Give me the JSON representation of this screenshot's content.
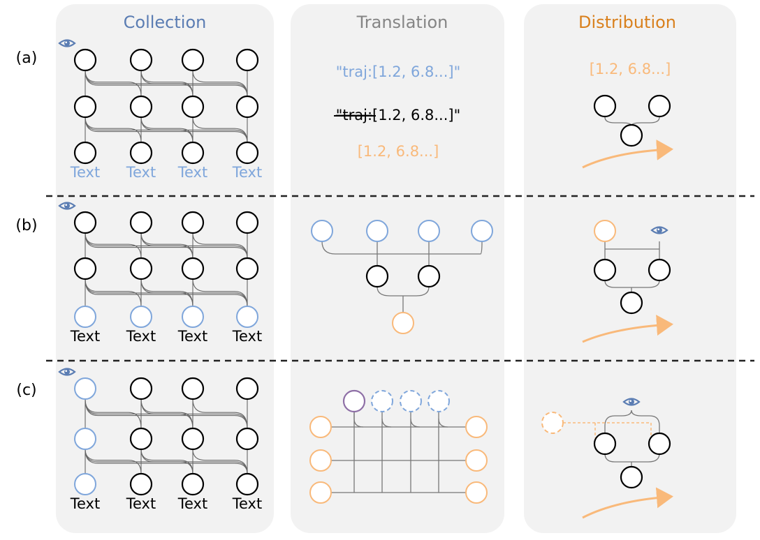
{
  "panels": {
    "collection": "Collection",
    "translation": "Translation",
    "distribution": "Distribution"
  },
  "rows": {
    "a": "(a)",
    "b": "(b)",
    "c": "(c)"
  },
  "node_label": "Text",
  "translation_a": {
    "line1": "\"traj:[1.2, 6.8...]\"",
    "line2_strike": "\"traj:",
    "line2_rest": "[1.2, 6.8...]\"",
    "line3": "[1.2, 6.8...]"
  },
  "distribution_a": {
    "label": "[1.2, 6.8...]"
  },
  "colors": {
    "panel_bg": "#f2f2f2",
    "blue": "#7fa6db",
    "orange": "#f9b97a",
    "purple": "#8e6fa6",
    "title_blue": "#5b7db3",
    "title_gray": "#858585",
    "title_orange": "#d9801d",
    "eye": "#5b7db3"
  },
  "icons": {
    "eye": "eye-icon",
    "arrow": "arrow-icon"
  }
}
